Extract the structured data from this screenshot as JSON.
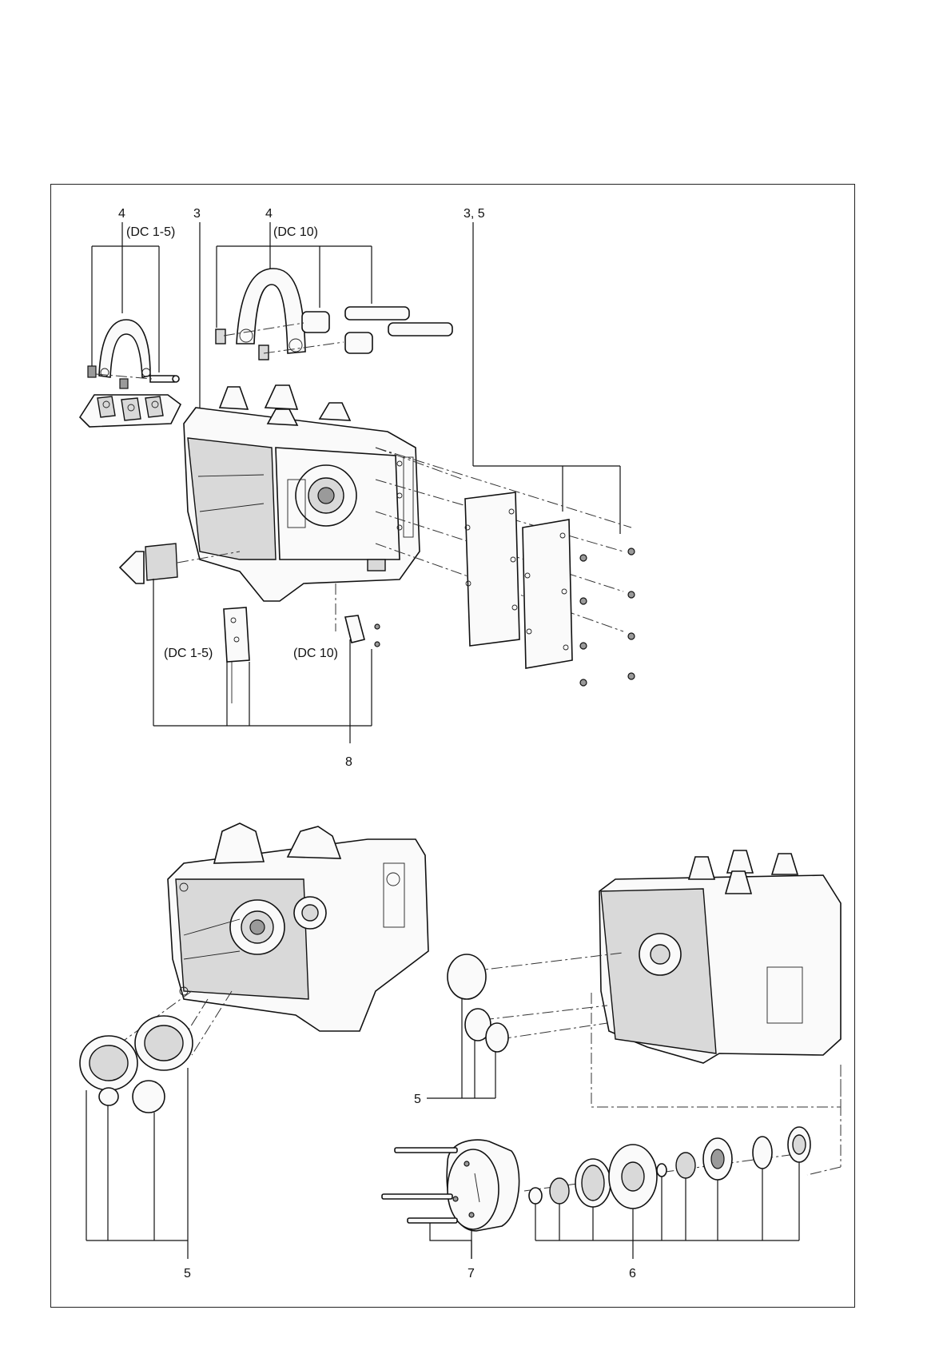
{
  "callouts": {
    "housing_top_a": "3",
    "cover_plates": "3, 5",
    "suspension_small": "4",
    "suspension_small_variant": "(DC 1-5)",
    "suspension_large": "4",
    "suspension_large_variant": "(DC 10)",
    "limit_switch_small_variant": "(DC 1-5)",
    "limit_switch_large_variant": "(DC 10)",
    "limit_switch": "8",
    "seal_plugs_left": "5",
    "seal_plugs_right": "5",
    "gear_stage": "6",
    "brake": "7"
  },
  "colors": {
    "line": "#111111",
    "fill_light": "#fafafa",
    "fill_mid": "#d9d9d9",
    "fill_dark": "#9a9a9a"
  }
}
